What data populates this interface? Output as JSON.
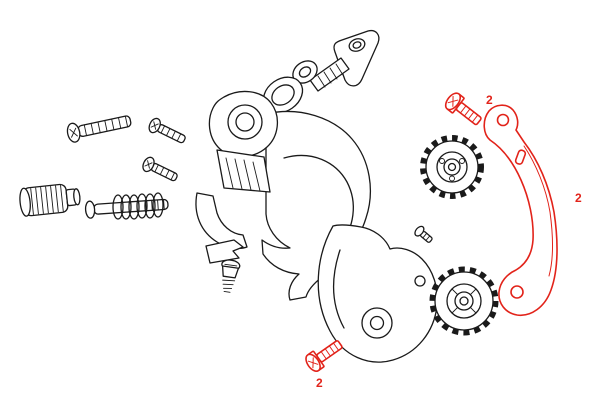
{
  "diagram": {
    "type": "exploded-parts-diagram",
    "subject": "rear-derailleur-exploded-view",
    "background_color": "#ffffff",
    "line_color": "#1a1a1a",
    "highlight_color": "#e2231a",
    "callouts": [
      {
        "label": "2",
        "target": "outer-cage-screw-upper"
      },
      {
        "label": "2",
        "target": "outer-cage-plate"
      },
      {
        "label": "2",
        "target": "outer-cage-screw-lower"
      }
    ]
  }
}
